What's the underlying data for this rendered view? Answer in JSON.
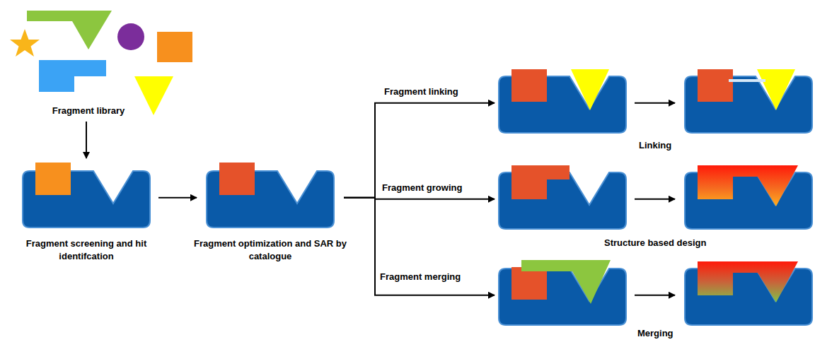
{
  "diagram": {
    "nodes": [
      {
        "text": [
          "Fragment library"
        ]
      },
      {
        "text": [
          "Fragment screening and hit identifcation"
        ]
      },
      {
        "text": [
          "Fragment optimization and SAR by catalogue"
        ]
      },
      {
        "text": []
      },
      {
        "text": []
      },
      {
        "text": []
      },
      {
        "text": []
      },
      {
        "text": []
      },
      {
        "text": []
      }
    ],
    "edges": [
      {
        "from": 0,
        "to": 1,
        "arrow": "to"
      },
      {
        "from": 1,
        "to": 2,
        "arrow": "to"
      },
      {
        "from": 2,
        "to": 3,
        "arrow": "to",
        "label": "Fragment linking"
      },
      {
        "from": 2,
        "to": 5,
        "arrow": "to",
        "label": "Fragment growing"
      },
      {
        "from": 2,
        "to": 7,
        "arrow": "to",
        "label": "Fragment merging"
      },
      {
        "from": 3,
        "to": 4,
        "arrow": "to",
        "label": "Linking"
      },
      {
        "from": 5,
        "to": 6,
        "arrow": "to",
        "label": "Structure based design"
      },
      {
        "from": 7,
        "to": 8,
        "arrow": "to",
        "label": "Merging"
      }
    ]
  }
}
